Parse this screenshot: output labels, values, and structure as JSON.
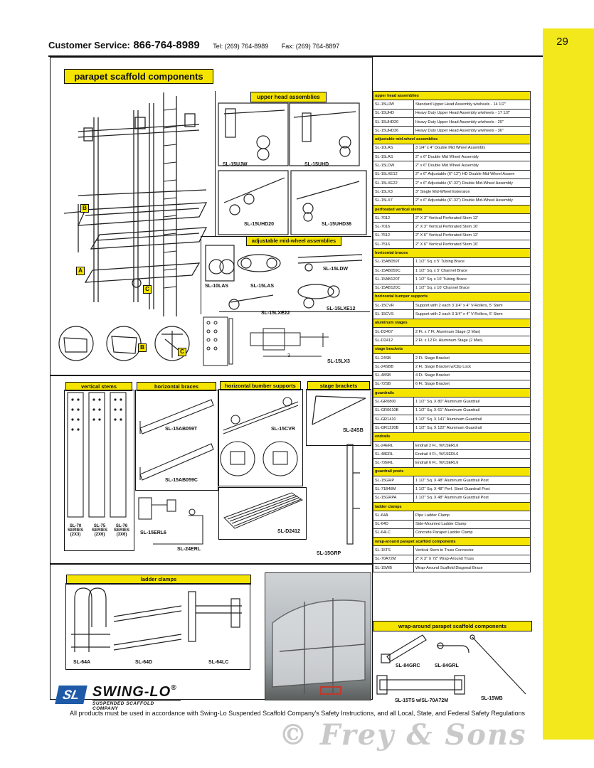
{
  "page_number": "29",
  "header": {
    "customer_service_label": "Customer Service:",
    "customer_service_phone": "866-764-8989",
    "tel": "Tel: (269) 764-8989",
    "fax": "Fax: (269) 764-8897"
  },
  "sections": {
    "parapet": "parapet scaffold components",
    "upper_head": "upper head assemblies",
    "mid_wheel": "adjustable mid-wheel assemblies",
    "vertical_stems": "vertical stems",
    "horizontal_braces": "horizontal braces",
    "bumper_supports": "horizontal bumber supports",
    "stage_brackets": "stage brackets",
    "ladder_clamps": "ladder clamps",
    "wrap_around": "wrap-around parapet scaffold components"
  },
  "callouts": {
    "a": "A",
    "b": "B",
    "c": "C"
  },
  "figure_labels": {
    "upper_1": "SL-15UJW",
    "upper_2": "SL-15UHD",
    "upper_3": "SL-15UHD20",
    "upper_4": "SL-15UHD36",
    "mid_1": "SL-10LAS",
    "mid_2": "SL-15LAS",
    "mid_3": "SL-15LDW",
    "mid_4": "SL-15LXE22",
    "mid_5": "SL-15LXE12",
    "mid_6": "SL-15LX3",
    "dim_3": "3",
    "stem_1": "SL-70 SERIES (2X3)",
    "stem_2": "SL-75 SERIES (2X6)",
    "stem_3": "SL-76 SERIES (3X6)",
    "brace_1": "SL-15AB059T",
    "brace_2": "SL-15AB059C",
    "bumper_1": "SL-15CVR",
    "stage_1": "SL-24SB",
    "endrail_1": "SL-15ERL6",
    "endrail_2": "SL-24ERL",
    "stage_2": "SL-D2412",
    "post_1": "SL-15GRP",
    "clamp_1": "SL-64A",
    "clamp_2": "SL-64D",
    "clamp_3": "SL-64LC",
    "wrap_1": "SL-84GRC",
    "wrap_2": "SL-84GRL",
    "wrap_3": "SL-15TS w/SL-70A72M",
    "wrap_4": "SL-15WB"
  },
  "spec_table": [
    {
      "section": "upper head assemblies"
    },
    {
      "sku": "SL-15UJW",
      "desc": "Standard Upper Head Assembly w/wheels - 14 1/2\""
    },
    {
      "sku": "SL-15UHD",
      "desc": "Heavy Duty Upper Head Assembly w/wheels - 17 1/2\""
    },
    {
      "sku": "SL-15UHD20",
      "desc": "Heavy Duty Upper Head Assembly w/wheels - 20\""
    },
    {
      "sku": "SL-15UHD36",
      "desc": "Heavy Duty Upper Head Assembly w/wheels - 36\""
    },
    {
      "section": "adjustable mid-wheel assemblies"
    },
    {
      "sku": "SL-10LAS",
      "desc": "3 1/4\" x 4\" Double Mid Wheel Assembly"
    },
    {
      "sku": "SL-15LAS",
      "desc": "2\" x 6\" Double Mid Wheel Assembly"
    },
    {
      "sku": "SL-15LDW",
      "desc": "2\" x 6\" Double Mid Wheel Assembly"
    },
    {
      "sku": "SL-15LXE12",
      "desc": "2\" x 6\" Adjustable (6\"-12\") HD Double Mid-Wheel Assem"
    },
    {
      "sku": "SL-15LXE22",
      "desc": "2\" x 6\" Adjustable (6\"-32\") Double Mid-Wheel Assembly"
    },
    {
      "sku": "SL-15LX3",
      "desc": "3\" Single Mid-Wheel Extension"
    },
    {
      "sku": "SL-15LX7",
      "desc": "2\" x 6\" Adjustable (6\"-32\") Double Mid-Wheel Assembly"
    },
    {
      "section": "perforated vertical stems"
    },
    {
      "sku": "SL-7012",
      "desc": "2\" X 3\" Vertical Perforated Stem  12'"
    },
    {
      "sku": "SL-7016",
      "desc": "2\" X 3\" Vertical Perforated Stem  16'"
    },
    {
      "sku": "SL-7512",
      "desc": "2\" X 6\" Vertical Perforated Stem  12'"
    },
    {
      "sku": "SL-7516",
      "desc": "2\" X 6\" Vertical Perforated Stem  16'"
    },
    {
      "section": "horizontal braces"
    },
    {
      "sku": "SL-15AB059T",
      "desc": "1 1/2\" Sq. x 5' Tubing Brace"
    },
    {
      "sku": "SL-15AB059C",
      "desc": "1 1/2\" Sq. x 5' Channel Brace"
    },
    {
      "sku": "SL-15AB120T",
      "desc": "1 1/2\" Sq. x 10' Tubing Brace"
    },
    {
      "sku": "SL-15AB120C",
      "desc": "1 1/2\" Sq. x 10' Channel Brace"
    },
    {
      "section": "horizontal bumper supports"
    },
    {
      "sku": "SL-15CVR",
      "desc": "Support with 2 each 3 1/4\" x 4\" V-Rollers, 5' Stem"
    },
    {
      "sku": "SL-15CVS",
      "desc": "Support with 2 each 3 1/4\" x 4\" V-Rollers, 6' Stem"
    },
    {
      "section": "aluminum stages"
    },
    {
      "sku": "SL-D2407",
      "desc": "2 Ft. x 7 Ft. Aluminum Stage  (2 Man)"
    },
    {
      "sku": "SL-D2412",
      "desc": "2 Ft. x 12 Ft. Aluminum Stage  (2 Man)"
    },
    {
      "section": "stage brackets"
    },
    {
      "sku": "SL-24SB",
      "desc": "2 Ft. Stage Bracket"
    },
    {
      "sku": "SL-24SBB",
      "desc": "2 Ft. Stage Bracket w/Clip Lock"
    },
    {
      "sku": "SL-48SB",
      "desc": "4 Ft. Stage Bracket"
    },
    {
      "sku": "SL-72SB",
      "desc": "6 Ft. Stage Bracket"
    },
    {
      "section": "guardrails"
    },
    {
      "sku": "SL-GR0800",
      "desc": "1 1/2\" Sq. X 80\" Aluminum Guardrail"
    },
    {
      "sku": "SL-GR0610B",
      "desc": "1 1/2\" Sq. X 61\" Aluminum Guardrail"
    },
    {
      "sku": "SL-GR1410",
      "desc": "1 1/2\" Sq. X 141\" Aluminum Guardrail"
    },
    {
      "sku": "SL-GR1220B",
      "desc": "1 1/2\" Sq. X 122\" Aluminum Guardrail"
    },
    {
      "section": "endrails"
    },
    {
      "sku": "SL-24ERL",
      "desc": "Endrail 2 Ft., W/15ERL6"
    },
    {
      "sku": "SL-48ERL",
      "desc": "Endrail 4 Ft., W/15ERL6"
    },
    {
      "sku": "SL-72ERL",
      "desc": "Endrail 6 Ft., W/15ERL6"
    },
    {
      "section": "guardrail posts"
    },
    {
      "sku": "SL-15GRP",
      "desc": "1 1/2\" Sq. X 48\" Aluminum Guardrail Post"
    },
    {
      "sku": "SL-71B48M",
      "desc": "1 1/2\" Sq. X 48\" Perf. Steel Guardrail Post"
    },
    {
      "sku": "SL-15GRPA",
      "desc": "1 1/2\" Sq. X 48\" Aluminum Guardrail Post"
    },
    {
      "section": "ladder clamps"
    },
    {
      "sku": "SL-64A",
      "desc": "Pipe Ladder Clamp"
    },
    {
      "sku": "SL-64D",
      "desc": "Side-Mounted Ladder Clamp"
    },
    {
      "sku": "SL-64LC",
      "desc": "Concrete Parapet Ladder Clamp"
    },
    {
      "section": "wrap-around parapet scaffold components"
    },
    {
      "sku": "SL-15TS",
      "desc": "Vertical Stem to Truss Connector"
    },
    {
      "sku": "SL-70A72M",
      "desc": "2\" X 3\" X 72\" Wrap-Around Truss"
    },
    {
      "sku": "SL-15WB",
      "desc": "Wrap-Around Scaffold Diagonal Brace"
    }
  ],
  "logo": {
    "brand": "SWING-LO",
    "registered": "®",
    "company": "SUSPENDED SCAFFOLD COMPANY",
    "mark": "SL"
  },
  "footer": "All products must be used in accordance with Swing-Lo Suspended Scaffold Company's Safety Instructions, and all Local, State, and Federal Safety Regulations",
  "watermark": "© Frey & Sons",
  "colors": {
    "accent_yellow": "#f5e400",
    "strip_yellow": "#f2e81c",
    "logo_blue": "#1e5aa8"
  }
}
